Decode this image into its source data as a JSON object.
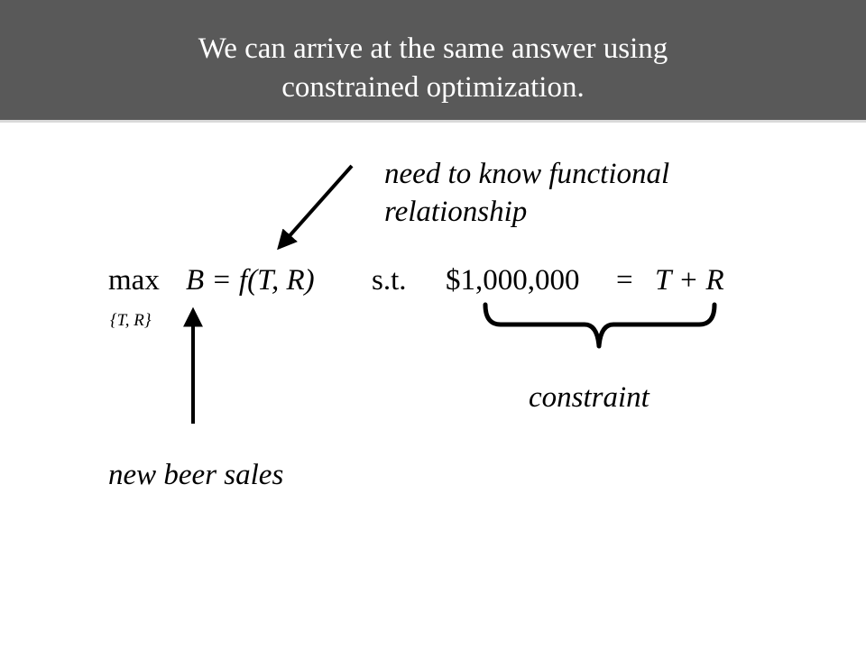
{
  "slide": {
    "title_line1": "We can arrive at the same answer using",
    "title_line2": "constrained optimization.",
    "annotation_function_line1": "need to know functional",
    "annotation_function_line2": "relationship",
    "max_label": "max",
    "objective": "B = f(T, R)",
    "subject_to": "s.t.",
    "budget": "$1,000,000",
    "equals": "=",
    "constraint_rhs": "T + R",
    "choice_variables": "{T, R}",
    "constraint_label": "constraint",
    "objective_label": "new beer sales"
  },
  "colors": {
    "title_background": "#595959",
    "title_text": "#ffffff",
    "body_text": "#000000"
  }
}
